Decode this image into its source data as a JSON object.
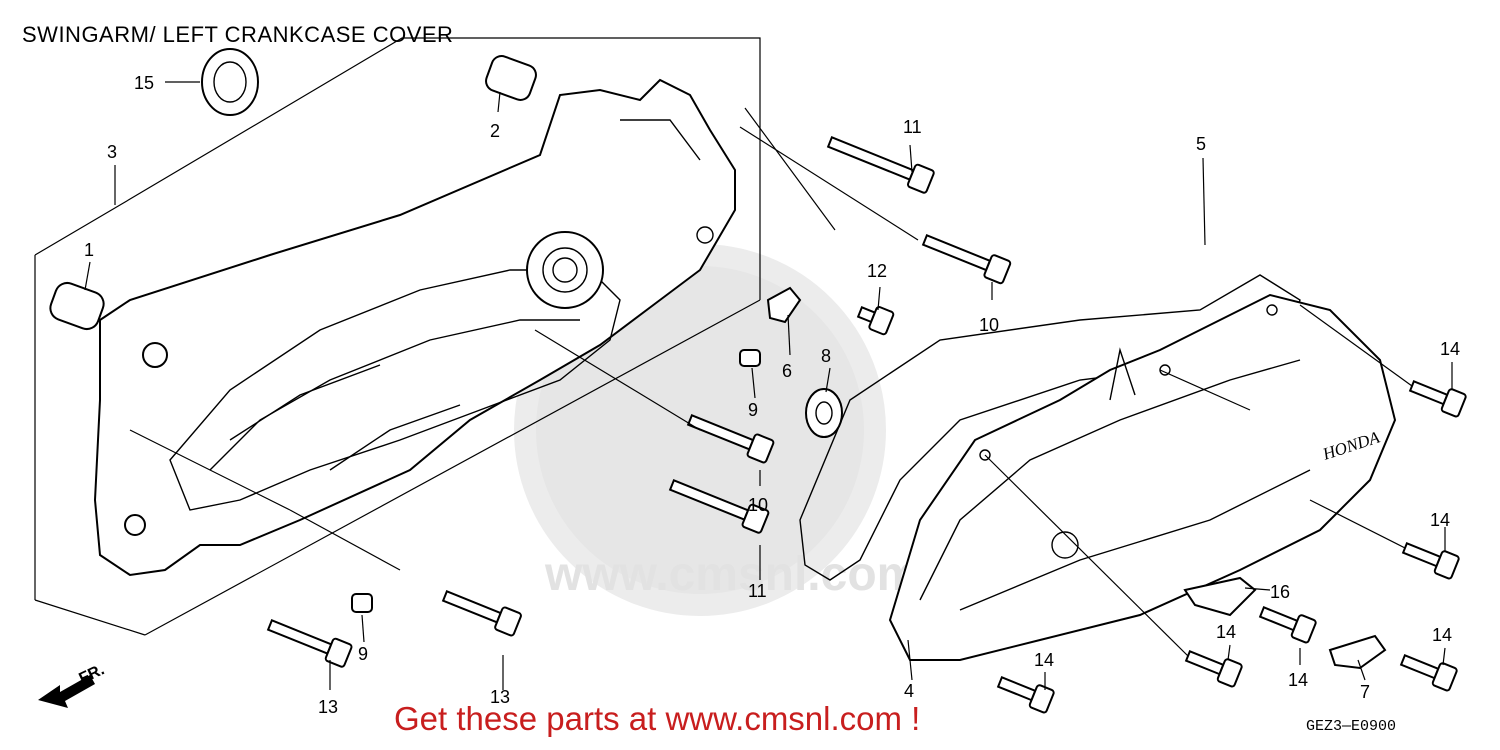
{
  "title": "SWINGARM/ LEFT CRANKCASE COVER",
  "footer": "Get these parts at www.cmsnl.com !",
  "diagram_code": "GEZ3—E0900",
  "front_arrow_label": "FR.",
  "watermark_text": "www.cmsnl.com",
  "emblem_text": "HONDA",
  "colors": {
    "footer": "#c81e1e",
    "watermark": "#e6e6e6"
  },
  "callouts": {
    "c1": "1",
    "c2": "2",
    "c3": "3",
    "c4": "4",
    "c5": "5",
    "c6": "6",
    "c7": "7",
    "c8": "8",
    "c9a": "9",
    "c9b": "9",
    "c10a": "10",
    "c10b": "10",
    "c11a": "11",
    "c11b": "11",
    "c12": "12",
    "c13a": "13",
    "c13b": "13",
    "c14a": "14",
    "c14b": "14",
    "c14c": "14",
    "c14d": "14",
    "c14e": "14",
    "c14f": "14",
    "c15": "15",
    "c16": "16"
  }
}
